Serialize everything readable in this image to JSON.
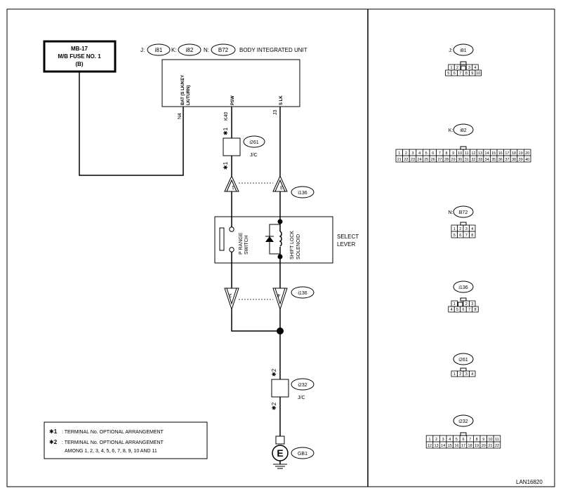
{
  "fuse": {
    "line1": "MB-17",
    "line2": "M/B FUSE NO. 1",
    "line3": "(B)"
  },
  "unit": {
    "name": "BODY INTEGRATED UNIT",
    "refs": [
      {
        "prefix": "J:",
        "code": "i81"
      },
      {
        "prefix": "K:",
        "code": "i82"
      },
      {
        "prefix": "N:",
        "code": "B72"
      }
    ],
    "pin_labels": {
      "bat": "BAT (S LK/KEY",
      "bat2": "LK/TURN)",
      "psw": "PSW",
      "slk": "S LK"
    },
    "pins": {
      "bat": "N4",
      "psw": "K40",
      "slk": "J3"
    }
  },
  "jc_i261": {
    "code": "i261",
    "label": "J/C",
    "star_top": "✱1",
    "star_bottom": "✱1"
  },
  "conn_i136": {
    "code": "i136",
    "upper": [
      "1",
      "3"
    ],
    "lower": [
      "2",
      "4"
    ]
  },
  "select_lever": {
    "label1": "SELECT",
    "label2": "LEVER",
    "switch1": "P RANGE",
    "switch2": "SWITCH",
    "solenoid1": "SHIFT LOCK",
    "solenoid2": "SOLENOID"
  },
  "jc_i232": {
    "code": "i232",
    "label": "J/C",
    "star_top": "✱2",
    "star_bottom": "✱2"
  },
  "ground": {
    "symbol": "E",
    "code": "GB1"
  },
  "legend": [
    {
      "mark": "✱1",
      "text": ": TERMINAL No. OPTIONAL ARRANGEMENT",
      "text2": ""
    },
    {
      "mark": "✱2",
      "text": ": TERMINAL No. OPTIONAL ARRANGEMENT",
      "text2": "AMONG 1, 2, 3, 4, 5, 6, 7, 8, 9, 10 AND 11"
    }
  ],
  "connectors": {
    "i81": {
      "label": "J:",
      "code": "i81",
      "row1": [
        "1",
        "2",
        "",
        "3",
        "4"
      ],
      "row2": [
        "5",
        "6",
        "7",
        "8",
        "9",
        "10"
      ]
    },
    "i82": {
      "label": "K:",
      "code": "i82",
      "row1": [
        "1",
        "2",
        "3",
        "4",
        "5",
        "6",
        "7",
        "8",
        "9",
        "10",
        "11",
        "12",
        "13",
        "14",
        "15",
        "16",
        "17",
        "18",
        "19",
        "20"
      ],
      "row2": [
        "21",
        "22",
        "23",
        "24",
        "25",
        "26",
        "27",
        "28",
        "29",
        "30",
        "31",
        "32",
        "33",
        "34",
        "35",
        "36",
        "37",
        "38",
        "39",
        "40"
      ]
    },
    "B72": {
      "label": "N:",
      "code": "B72",
      "row1": [
        "1",
        "2",
        "3",
        "4"
      ],
      "row2": [
        "5",
        "6",
        "7",
        "8"
      ]
    },
    "i136": {
      "code": "i136",
      "row1": [
        "1",
        "",
        "2",
        "3"
      ],
      "row2": [
        "4",
        "5",
        "6",
        "7",
        "8"
      ]
    },
    "i261": {
      "code": "i261",
      "row1": [
        "1",
        "2",
        "3",
        "4"
      ]
    },
    "i232": {
      "code": "i232",
      "row1": [
        "1",
        "2",
        "3",
        "4",
        "5",
        "6",
        "7",
        "8",
        "9",
        "10",
        "11"
      ],
      "row2": [
        "12",
        "13",
        "14",
        "15",
        "16",
        "17",
        "18",
        "19",
        "20",
        "21",
        "22"
      ]
    }
  },
  "figure_id": "LAN16820"
}
